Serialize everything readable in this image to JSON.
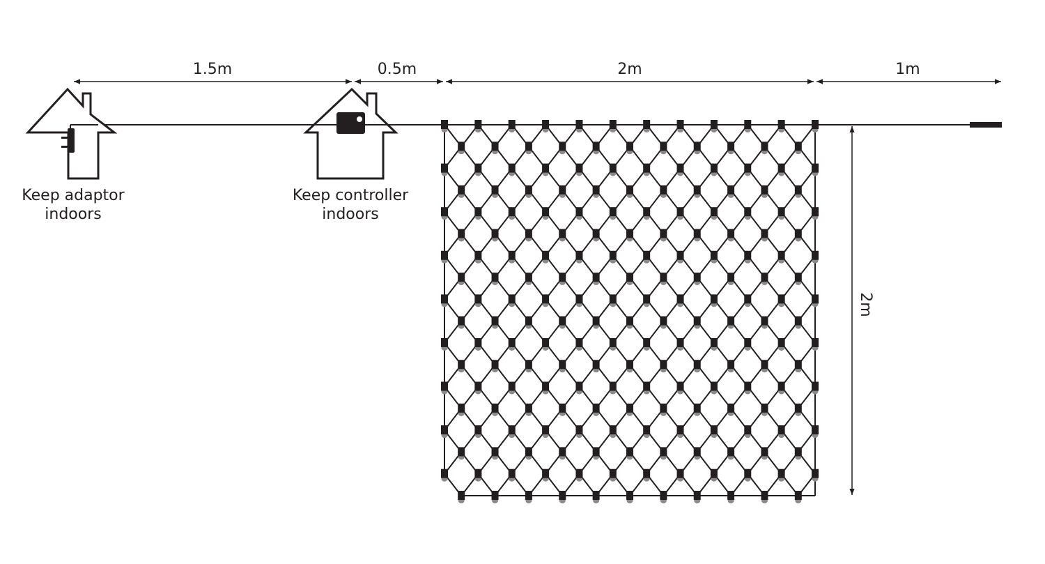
{
  "dimensions": {
    "adaptor_to_controller": "1.5m",
    "controller_to_net": "0.5m",
    "net_width": "2m",
    "tail": "1m",
    "net_height": "2m"
  },
  "labels": {
    "adaptor_line1": "Keep adaptor",
    "adaptor_line2": "indoors",
    "controller_line1": "Keep controller",
    "controller_line2": "indoors"
  },
  "net": {
    "columns": 12,
    "half_rows": 18
  },
  "colors": {
    "ink": "#231f20",
    "shadow": "#8a8a8a"
  }
}
